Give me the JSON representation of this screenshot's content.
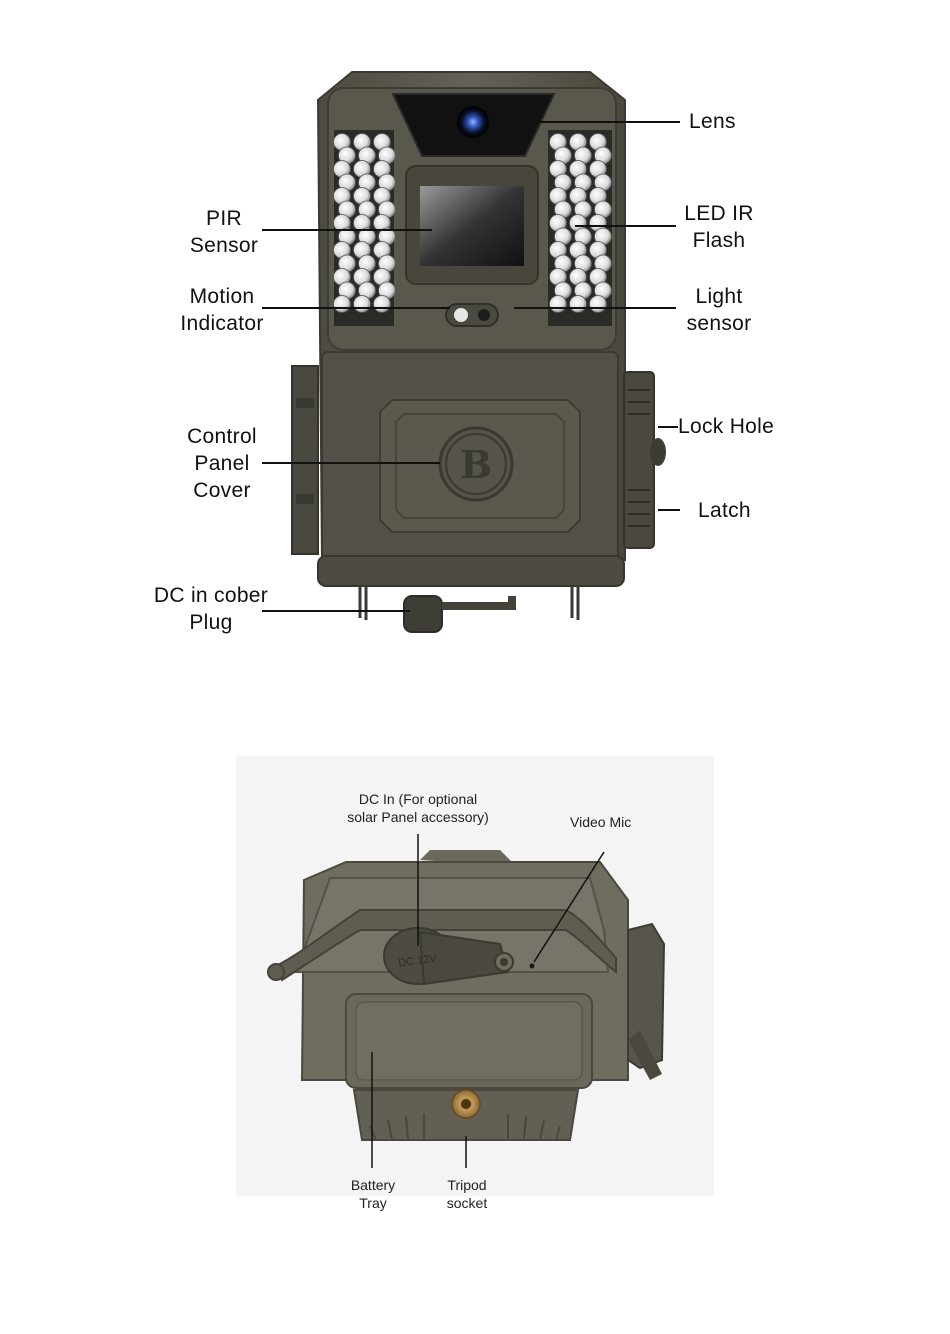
{
  "front_view": {
    "labels": {
      "lens": "Lens",
      "pir_sensor": [
        "PIR",
        "Sensor"
      ],
      "led_ir_flash": [
        "LED IR",
        "Flash"
      ],
      "motion_indicator": [
        "Motion",
        "Indicator"
      ],
      "light_sensor": [
        "Light",
        "sensor"
      ],
      "lock_hole": "Lock Hole",
      "control_panel_cover": [
        "Control",
        "Panel",
        "Cover"
      ],
      "latch": "Latch",
      "dc_in_cover_plug": [
        "DC in cober",
        "Plug"
      ]
    }
  },
  "bottom_view": {
    "labels": {
      "dc_in": [
        "DC In (For optional",
        "solar Panel accessory)"
      ],
      "video_mic": "Video Mic",
      "battery_tray": [
        "Battery",
        "Tray"
      ],
      "tripod_socket": [
        "Tripod",
        "socket"
      ],
      "dc_port_marking": "DC 12V"
    }
  },
  "colors": {
    "camera_body": "#5e5c50",
    "camera_body_dark": "#4a483f",
    "camera_highlight": "#7a776a",
    "led": "#e9e9e9",
    "label_text": "#111111",
    "leader_line": "#111111",
    "tripod_brass": "#c59a58"
  }
}
